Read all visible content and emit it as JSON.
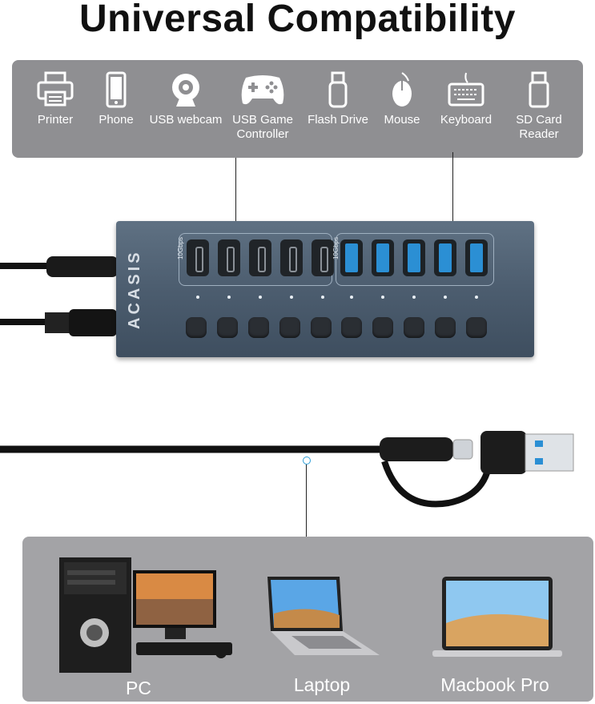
{
  "title": "Universal Compatibility",
  "devices": [
    {
      "label": "Printer"
    },
    {
      "label": "Phone"
    },
    {
      "label": "USB webcam"
    },
    {
      "label": "USB Game Controller"
    },
    {
      "label": "Flash Drive"
    },
    {
      "label": "Mouse"
    },
    {
      "label": "Keyboard"
    },
    {
      "label": "SD Card Reader"
    }
  ],
  "hub": {
    "brand": "ACASIS",
    "speed_c": "10Gbps",
    "speed_a": "10Gbps"
  },
  "computers": [
    {
      "label": "PC"
    },
    {
      "label": "Laptop"
    },
    {
      "label": "Macbook Pro"
    }
  ],
  "colors": {
    "panel": "#8f8f92",
    "hub_body": "#4c5d6f",
    "usb_a_blue": "#2b8fd4",
    "indicator": "#2f9fd8"
  }
}
